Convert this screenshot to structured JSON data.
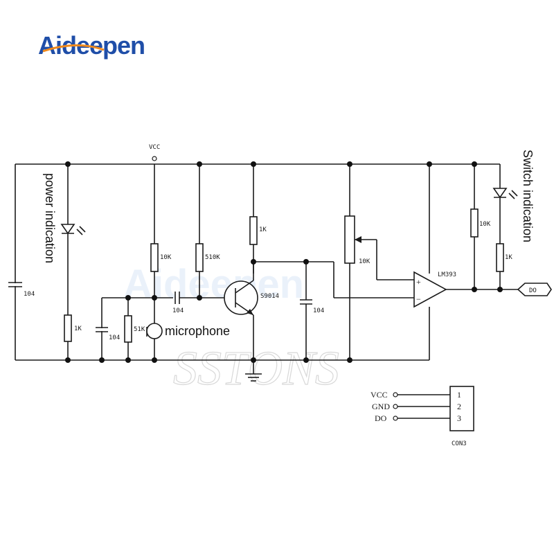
{
  "brand": {
    "logo_text": "Aideepen",
    "watermark_text": "Aideepen",
    "watermark_script": "SSTONS",
    "colors": {
      "blue": "#1f4ea8",
      "orange": "#f08a1c",
      "light_blue": "#8fb6e6",
      "light_orange": "#f4c48a"
    }
  },
  "labels": {
    "vcc": "VCC",
    "power_indication": "power indication",
    "switch_indication": "Switch indication",
    "microphone": "microphone",
    "do_output": "DO",
    "connector": "CON3"
  },
  "components": {
    "c_left": "104",
    "r_led1": "1K",
    "c_mic": "104",
    "r_51k": "51K",
    "r_10k_mic": "10K",
    "c_couple": "104",
    "r_510k": "510K",
    "r_collector": "1K",
    "transistor": "S9014",
    "c_collector": "104",
    "pot": "10K",
    "comparator": "LM393",
    "opamp_plus": "+",
    "opamp_minus": "−",
    "r_pullup": "10K",
    "r_led2": "1K"
  },
  "connector_pins": [
    {
      "name": "VCC",
      "number": "1"
    },
    {
      "name": "GND",
      "number": "2"
    },
    {
      "name": "DO",
      "number": "3"
    }
  ]
}
